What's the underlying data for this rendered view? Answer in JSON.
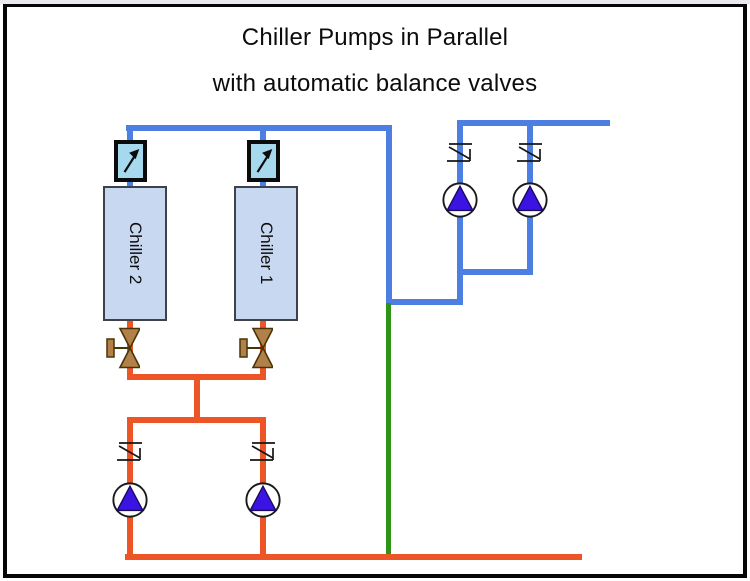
{
  "title": {
    "line1": "Chiller Pumps in Parallel",
    "line2": "with automatic balance valves"
  },
  "chillers": {
    "chiller2_label": "Chiller 2",
    "chiller1_label": "Chiller 1"
  },
  "colors": {
    "supply_pipe": "#4d7ee2",
    "return_pipe": "#ee5526",
    "common_pipe": "#2d9418",
    "chiller_fill": "#c9d8f1",
    "valve_fill": "#b28049",
    "valve_outline": "#4a3406",
    "pump_triangle": "#3b14e4",
    "sensor_fill": "#a6d8ee"
  },
  "symbols": {
    "auto_balance_valve": "box-with-diagonal-up-right-arrow",
    "balance_valve": "bowtie-valve-with-side-handle",
    "check_valve": "swing-check-line-symbol",
    "pump": "circle-with-upward-triangle"
  }
}
